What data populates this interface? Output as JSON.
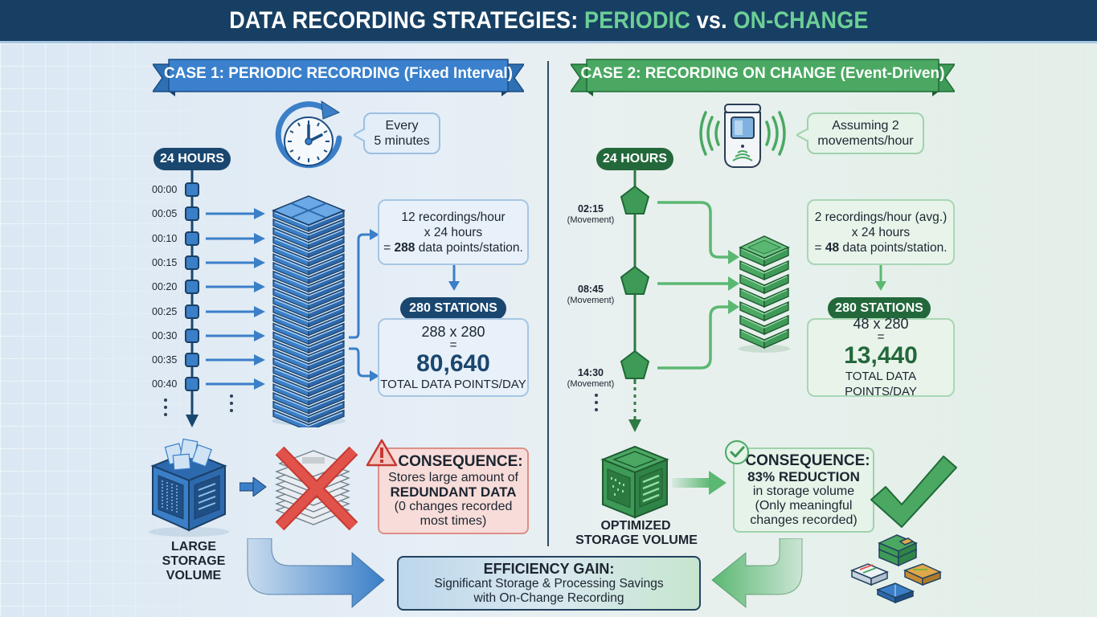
{
  "title": {
    "prefix": "DATA RECORDING STRATEGIES: ",
    "periodic": "PERIODIC",
    "vs": " vs. ",
    "on_change": "ON-CHANGE"
  },
  "colors": {
    "header_bg": "#173f63",
    "blue_accent": "#3a7fc8",
    "blue_dark": "#1a4770",
    "green_accent": "#4aa862",
    "green_dark": "#23683b",
    "red_accent": "#e0524a"
  },
  "case1": {
    "ribbon": "CASE 1: PERIODIC RECORDING (Fixed Interval)",
    "clock_icon": "clock-refresh-icon",
    "bubble": [
      "Every",
      "5 minutes"
    ],
    "timeline_label": "24 HOURS",
    "times": [
      "00:00",
      "00:05",
      "00:10",
      "00:15",
      "00:20",
      "00:25",
      "00:30",
      "00:35",
      "00:40"
    ],
    "calc": {
      "line1": "12 recordings/hour",
      "line2": "x 24 hours",
      "line3_prefix": "= ",
      "line3_bold": "288",
      "line3_suffix": " data points/station."
    },
    "stations": "280 STATIONS",
    "total": {
      "formula": "288 x 280",
      "equals": "=",
      "value": "80,640",
      "label": "TOTAL DATA POINTS/DAY"
    },
    "storage_caption": [
      "LARGE",
      "STORAGE",
      "VOLUME"
    ],
    "consequence": {
      "title": "CONSEQUENCE:",
      "line1": "Stores large amount of",
      "strong": "REDUNDANT DATA",
      "line3": "(0 changes recorded",
      "line4": "most times)"
    }
  },
  "case2": {
    "ribbon": "CASE 2: RECORDING ON CHANGE (Event-Driven)",
    "sensor_icon": "motion-sensor-icon",
    "bubble": [
      "Assuming 2",
      "movements/hour"
    ],
    "timeline_label": "24 HOURS",
    "events": [
      {
        "time": "02:15",
        "label": "(Movement)"
      },
      {
        "time": "08:45",
        "label": "(Movement)"
      },
      {
        "time": "14:30",
        "label": "(Movement)"
      }
    ],
    "calc": {
      "line1": "2 recordings/hour (avg.)",
      "line2": "x 24 hours",
      "line3_prefix": "= ",
      "line3_bold": "48",
      "line3_suffix": " data points/station."
    },
    "stations": "280 STATIONS",
    "total": {
      "formula": "48 x 280",
      "equals": "=",
      "value": "13,440",
      "label": "TOTAL DATA POINTS/DAY"
    },
    "storage_caption": [
      "OPTIMIZED",
      "STORAGE VOLUME"
    ],
    "consequence": {
      "title": "CONSEQUENCE:",
      "strong": "83% REDUCTION",
      "line2": "in storage volume",
      "line3": "(Only meaningful",
      "line4": "changes recorded)"
    }
  },
  "efficiency": {
    "title": "EFFICIENCY GAIN:",
    "line1": "Significant Storage & Processing Savings",
    "line2": "with On-Change Recording"
  }
}
